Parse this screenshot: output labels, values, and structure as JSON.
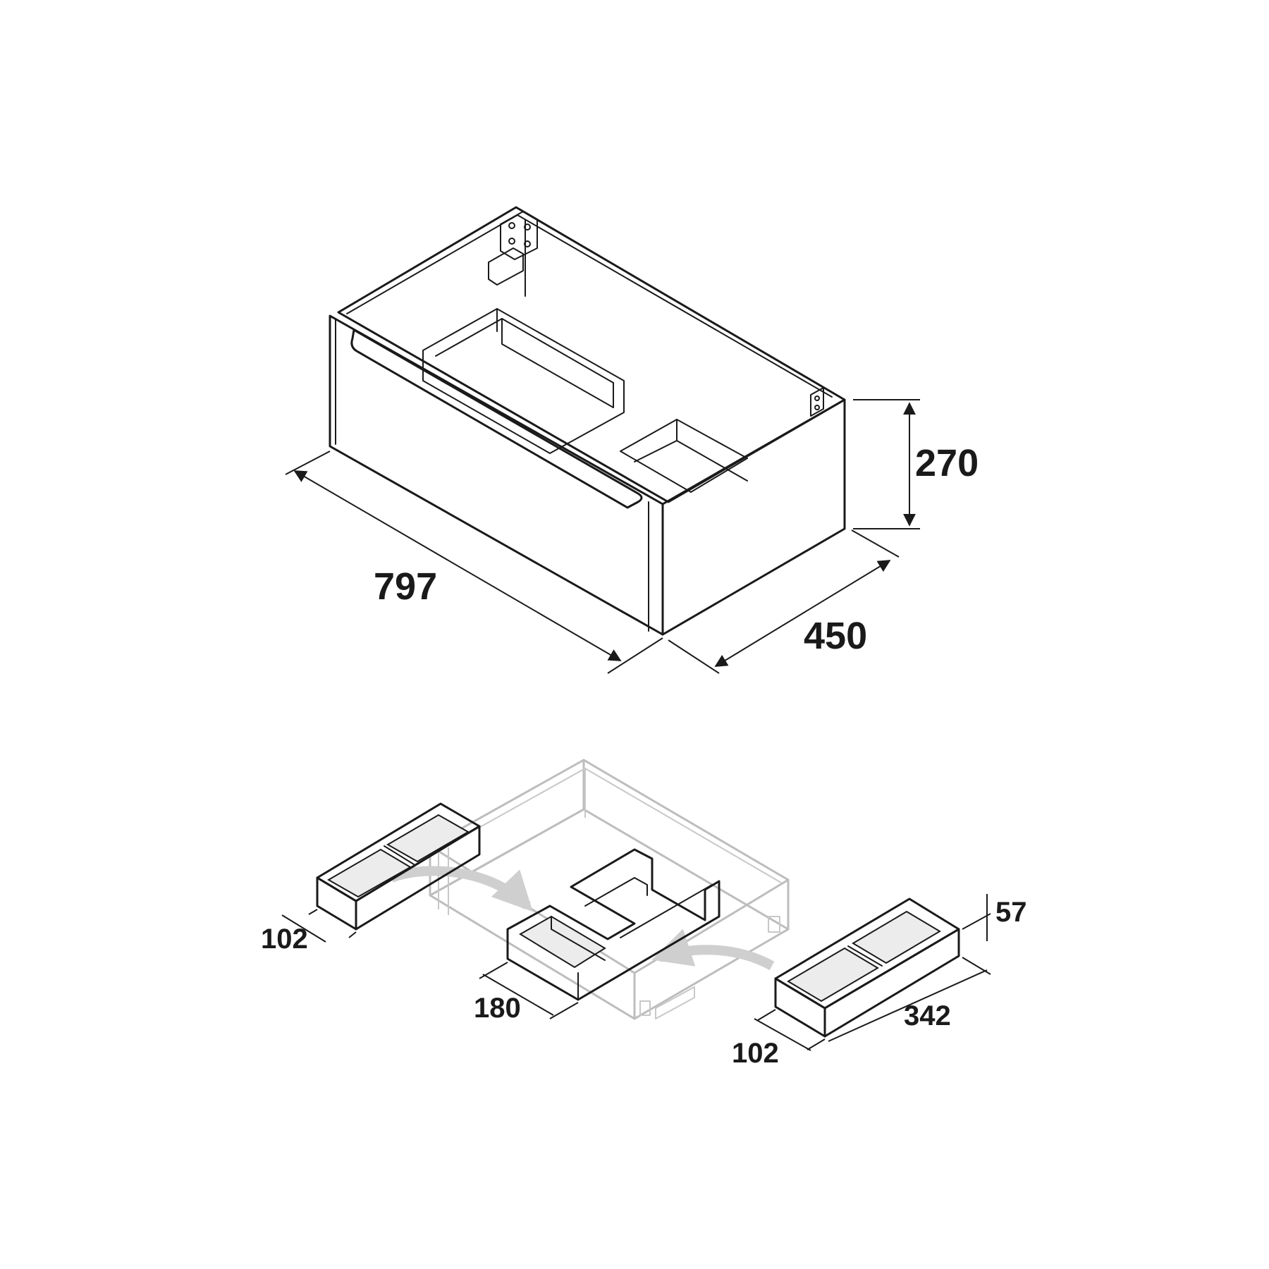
{
  "cabinet": {
    "width_label": "797",
    "depth_label": "450",
    "height_label": "270"
  },
  "organizers": {
    "left_tray_width_label": "102",
    "center_insert_width_label": "180",
    "right_tray_width_label": "102",
    "right_tray_length_label": "342",
    "right_tray_height_label": "57"
  },
  "colors": {
    "ink": "#1a1a1a",
    "ghost": "#bdbdbd",
    "arrow": "#cfcfcf"
  }
}
